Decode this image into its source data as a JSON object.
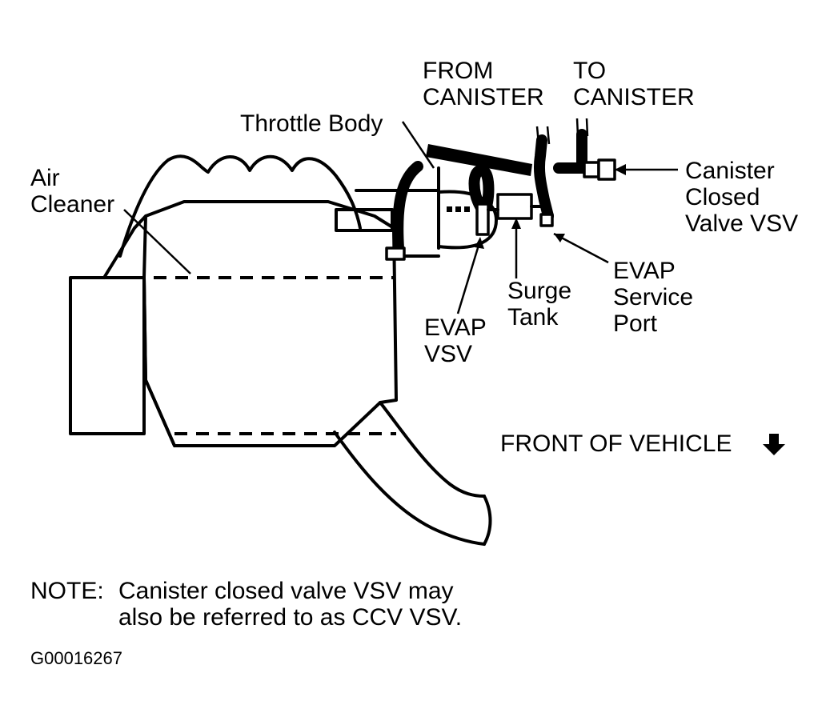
{
  "labels": {
    "air_cleaner": [
      "Air",
      "Cleaner"
    ],
    "throttle_body": "Throttle Body",
    "from_canister": [
      "FROM",
      "CANISTER"
    ],
    "to_canister": [
      "TO",
      "CANISTER"
    ],
    "canister_closed_valve_vsv": [
      "Canister",
      "Closed",
      "Valve VSV"
    ],
    "evap_service_port": [
      "EVAP",
      "Service",
      "Port"
    ],
    "surge_tank": [
      "Surge",
      "Tank"
    ],
    "evap_vsv": [
      "EVAP",
      "VSV"
    ],
    "front_of_vehicle": "FRONT OF VEHICLE"
  },
  "note": {
    "prefix": "NOTE:",
    "lines": [
      "Canister closed valve VSV may",
      "also be referred to as CCV VSV."
    ]
  },
  "figure_code": "G00016267",
  "icons": {
    "front_direction": "down-arrow-icon"
  }
}
